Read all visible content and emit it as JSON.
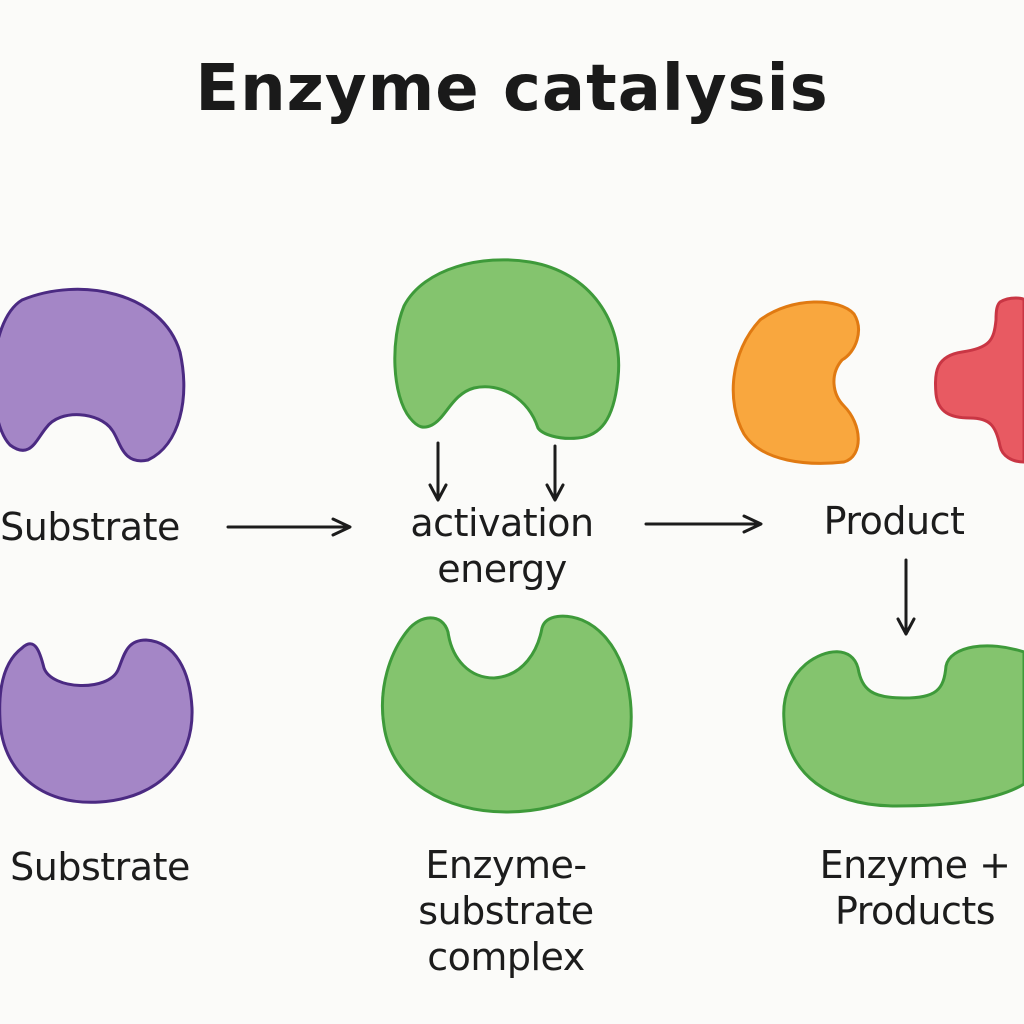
{
  "title": "Enzyme catalysis",
  "labels": {
    "substrate_top": "Substrate",
    "activation": "activation\nenergy",
    "product": "Product",
    "substrate_bottom": "Substrate",
    "complex": "Enzyme-\nsubstrate\ncomplex",
    "enzyme_products": "Enzyme +\nProducts"
  },
  "colors": {
    "substrate_fill": "#a486c6",
    "substrate_stroke": "#4b2a82",
    "enzyme_fill": "#84c46e",
    "enzyme_stroke": "#3e9a3a",
    "product_orange_fill": "#f9a73e",
    "product_orange_stroke": "#e07a12",
    "product_red_fill": "#e85a62",
    "product_red_stroke": "#c93644",
    "arrow": "#1c1c1c"
  }
}
